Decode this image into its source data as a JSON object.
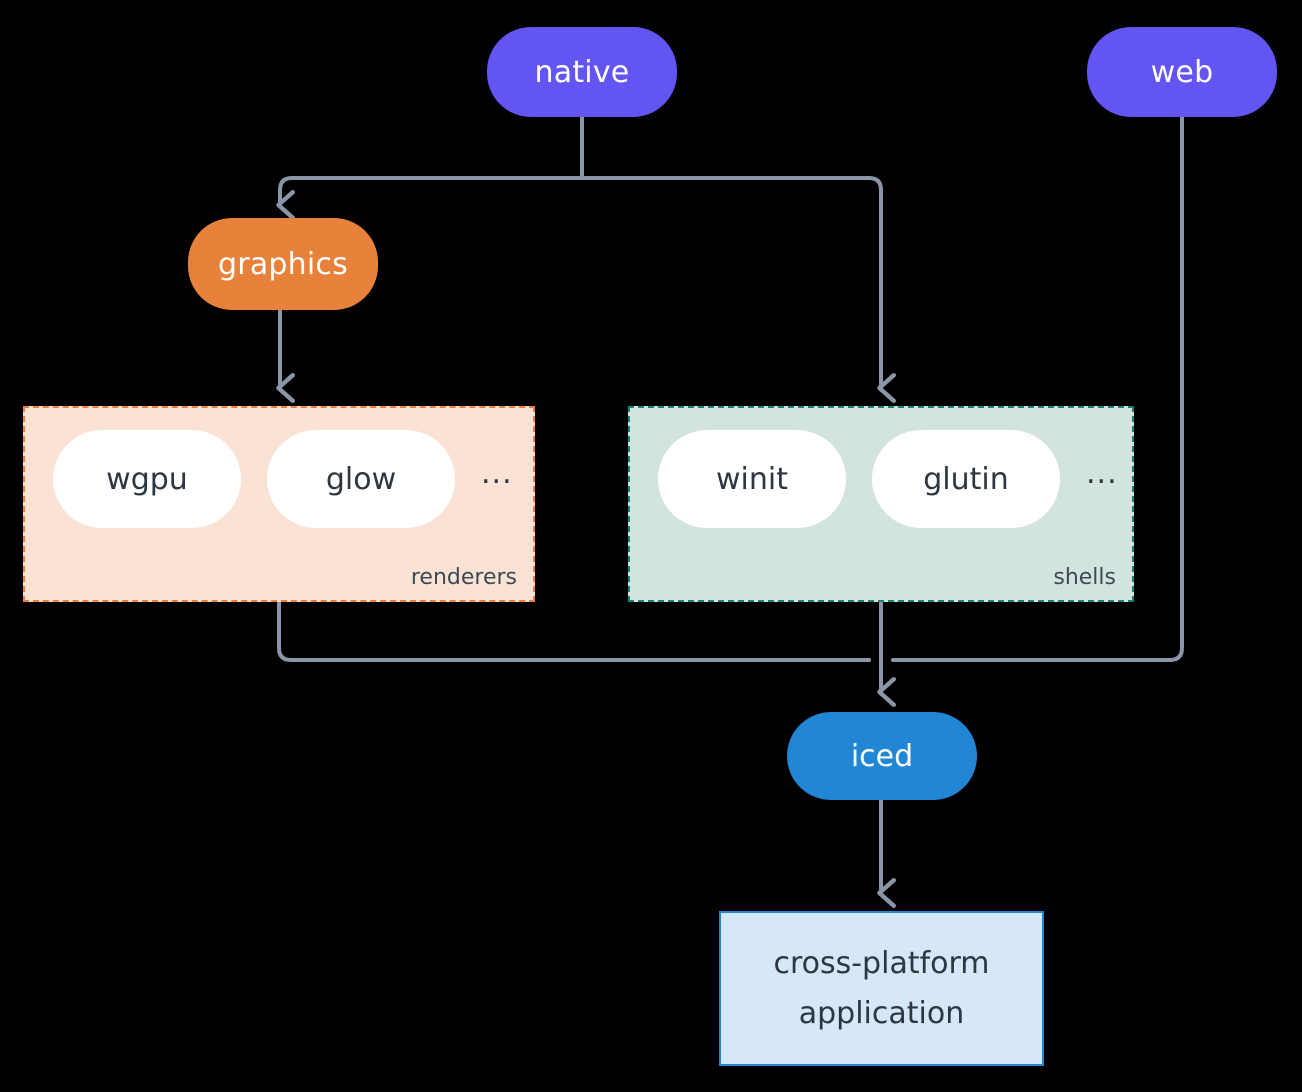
{
  "diagram": {
    "type": "architecture-flow",
    "background_color": "#000000",
    "edge_color": "#8a96a8",
    "nodes": {
      "native": {
        "label": "native",
        "color": "#6255f2",
        "shape": "pill"
      },
      "web": {
        "label": "web",
        "color": "#6255f2",
        "shape": "pill"
      },
      "graphics": {
        "label": "graphics",
        "color": "#e8813a",
        "shape": "pill"
      },
      "iced": {
        "label": "iced",
        "color": "#2186d4",
        "shape": "pill"
      },
      "application": {
        "line1": "cross-platform",
        "line2": "application",
        "color": "#d6e7f8",
        "border_color": "#2186d4",
        "shape": "rectangle"
      }
    },
    "groups": [
      {
        "id": "renderers",
        "label": "renderers",
        "background_color": "#fae2d4",
        "border_color": "#e8813a",
        "items": [
          "wgpu",
          "glow"
        ],
        "overflow": "..."
      },
      {
        "id": "shells",
        "label": "shells",
        "background_color": "#d3e4de",
        "border_color": "#1e8272",
        "items": [
          "winit",
          "glutin"
        ],
        "overflow": "..."
      }
    ],
    "edges": [
      {
        "from": "native",
        "to": "graphics"
      },
      {
        "from": "native",
        "to": "shells"
      },
      {
        "from": "graphics",
        "to": "renderers"
      },
      {
        "from": "renderers",
        "to": "iced"
      },
      {
        "from": "shells",
        "to": "iced"
      },
      {
        "from": "web",
        "to": "iced"
      },
      {
        "from": "iced",
        "to": "application"
      }
    ]
  }
}
